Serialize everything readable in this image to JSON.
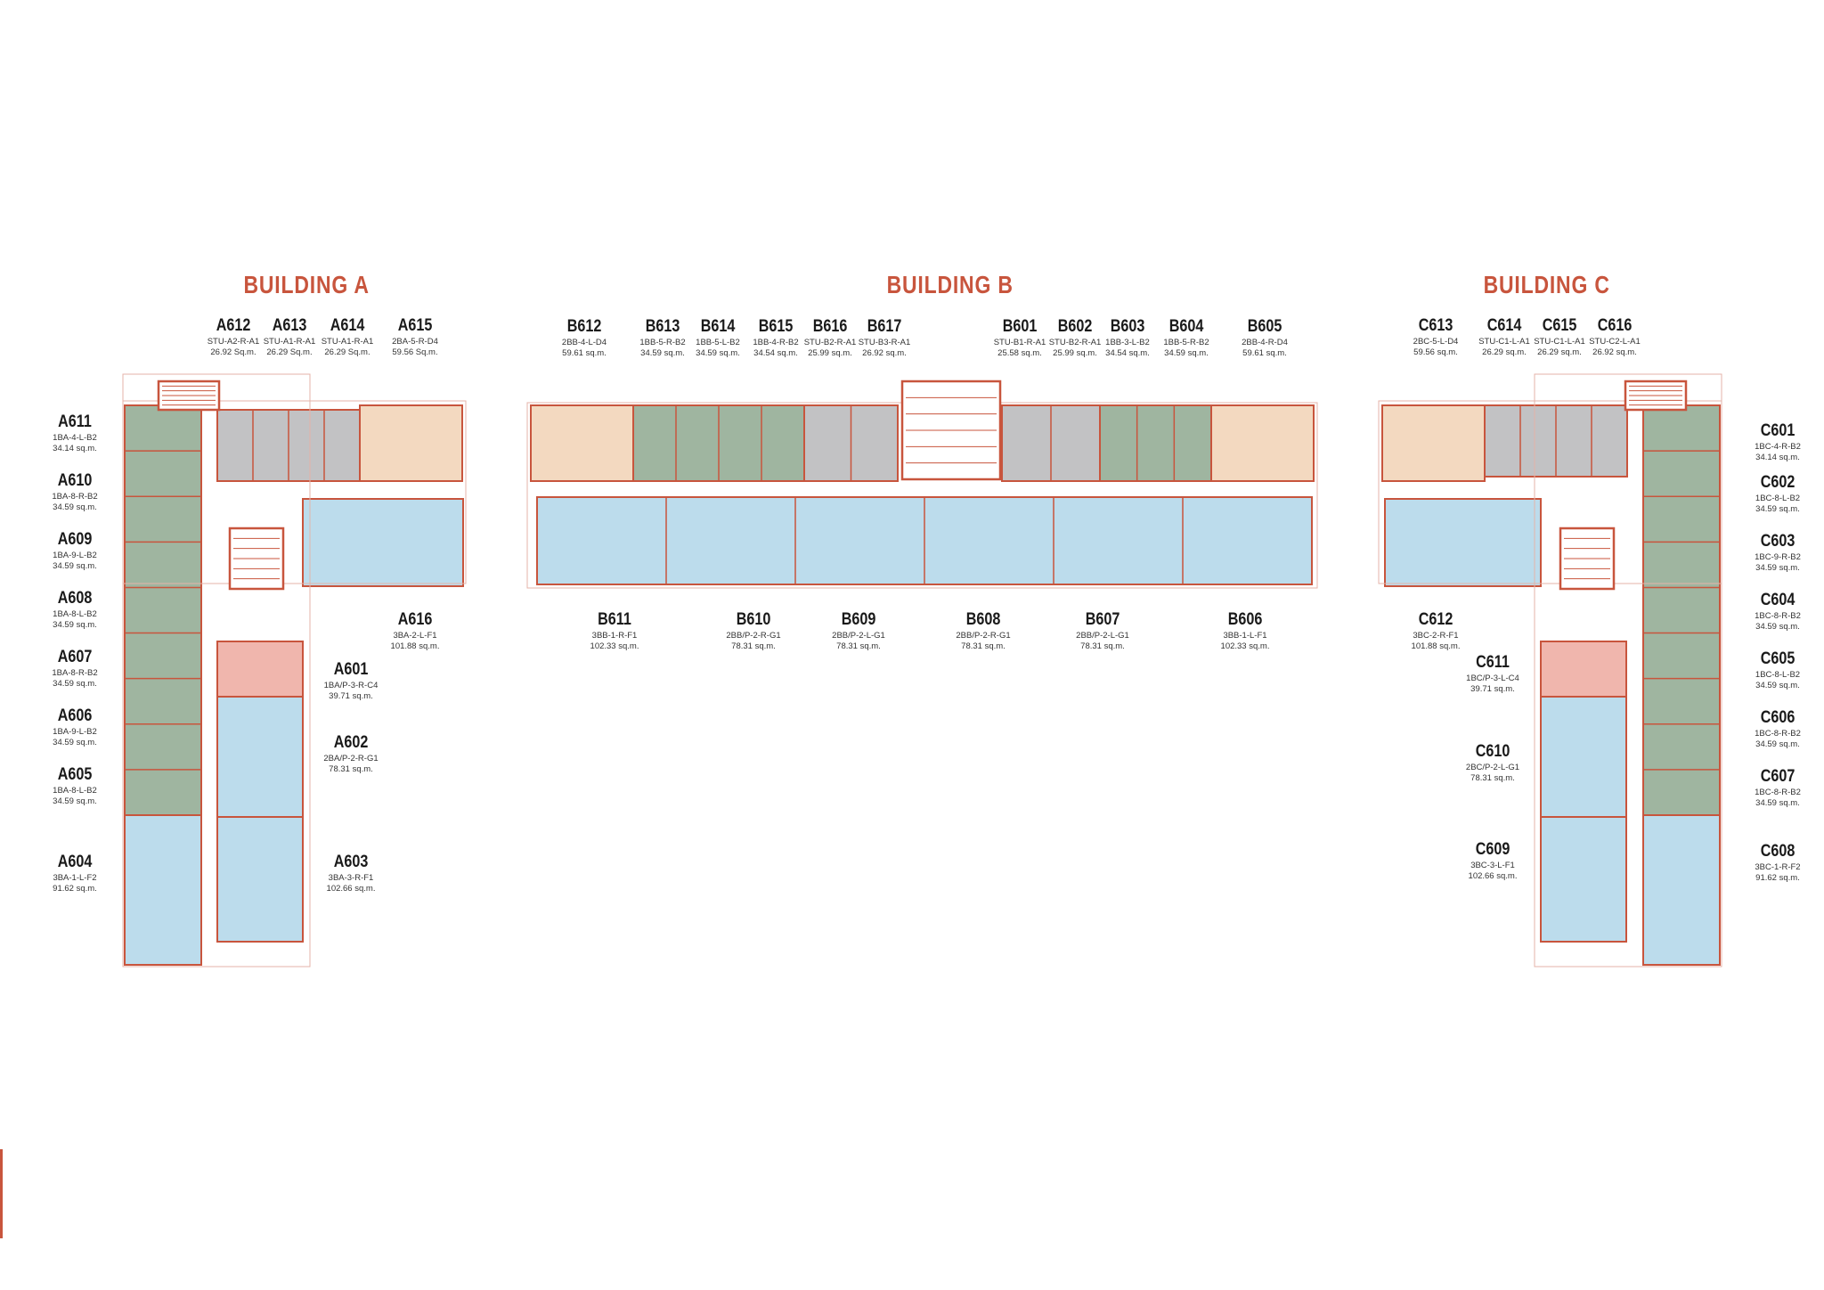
{
  "buildings": {
    "a": {
      "title": "BUILDING A"
    },
    "b": {
      "title": "BUILDING B"
    },
    "c": {
      "title": "BUILDING C"
    }
  },
  "colors": {
    "wall": "#c8553d",
    "studio": "#c2c2c4",
    "one_bed": "#9fb5a0",
    "two_bed_small": "#f3d9c0",
    "one_bed_plus": "#f0b6ad",
    "large_units": "#bcdcec",
    "corridor": "#ffffff"
  },
  "units": [
    {
      "code": "A612",
      "type": "STU-A2-R-A1",
      "area": "26.92 Sq.m."
    },
    {
      "code": "A613",
      "type": "STU-A1-R-A1",
      "area": "26.29 Sq.m."
    },
    {
      "code": "A614",
      "type": "STU-A1-R-A1",
      "area": "26.29 Sq.m."
    },
    {
      "code": "A615",
      "type": "2BA-5-R-D4",
      "area": "59.56 Sq.m."
    },
    {
      "code": "A611",
      "type": "1BA-4-L-B2",
      "area": "34.14 sq.m."
    },
    {
      "code": "A610",
      "type": "1BA-8-R-B2",
      "area": "34.59 sq.m."
    },
    {
      "code": "A609",
      "type": "1BA-9-L-B2",
      "area": "34.59 sq.m."
    },
    {
      "code": "A608",
      "type": "1BA-8-L-B2",
      "area": "34.59 sq.m."
    },
    {
      "code": "A607",
      "type": "1BA-8-R-B2",
      "area": "34.59 sq.m."
    },
    {
      "code": "A606",
      "type": "1BA-9-L-B2",
      "area": "34.59 sq.m."
    },
    {
      "code": "A605",
      "type": "1BA-8-L-B2",
      "area": "34.59 sq.m."
    },
    {
      "code": "A604",
      "type": "3BA-1-L-F2",
      "area": "91.62 sq.m."
    },
    {
      "code": "A616",
      "type": "3BA-2-L-F1",
      "area": "101.88 sq.m."
    },
    {
      "code": "A601",
      "type": "1BA/P-3-R-C4",
      "area": "39.71 sq.m."
    },
    {
      "code": "A602",
      "type": "2BA/P-2-R-G1",
      "area": "78.31 sq.m."
    },
    {
      "code": "A603",
      "type": "3BA-3-R-F1",
      "area": "102.66 sq.m."
    },
    {
      "code": "B612",
      "type": "2BB-4-L-D4",
      "area": "59.61 sq.m."
    },
    {
      "code": "B613",
      "type": "1BB-5-R-B2",
      "area": "34.59 sq.m."
    },
    {
      "code": "B614",
      "type": "1BB-5-L-B2",
      "area": "34.59 sq.m."
    },
    {
      "code": "B615",
      "type": "1BB-4-R-B2",
      "area": "34.54 sq.m."
    },
    {
      "code": "B616",
      "type": "STU-B2-R-A1",
      "area": "25.99 sq.m."
    },
    {
      "code": "B617",
      "type": "STU-B3-R-A1",
      "area": "26.92 sq.m."
    },
    {
      "code": "B601",
      "type": "STU-B1-R-A1",
      "area": "25.58 sq.m."
    },
    {
      "code": "B602",
      "type": "STU-B2-R-A1",
      "area": "25.99 sq.m."
    },
    {
      "code": "B603",
      "type": "1BB-3-L-B2",
      "area": "34.54 sq.m."
    },
    {
      "code": "B604",
      "type": "1BB-5-R-B2",
      "area": "34.59 sq.m."
    },
    {
      "code": "B605",
      "type": "2BB-4-R-D4",
      "area": "59.61 sq.m."
    },
    {
      "code": "B611",
      "type": "3BB-1-R-F1",
      "area": "102.33 sq.m."
    },
    {
      "code": "B610",
      "type": "2BB/P-2-R-G1",
      "area": "78.31 sq.m."
    },
    {
      "code": "B609",
      "type": "2BB/P-2-L-G1",
      "area": "78.31 sq.m."
    },
    {
      "code": "B608",
      "type": "2BB/P-2-R-G1",
      "area": "78.31 sq.m."
    },
    {
      "code": "B607",
      "type": "2BB/P-2-L-G1",
      "area": "78.31 sq.m."
    },
    {
      "code": "B606",
      "type": "3BB-1-L-F1",
      "area": "102.33 sq.m."
    },
    {
      "code": "C613",
      "type": "2BC-5-L-D4",
      "area": "59.56 sq.m."
    },
    {
      "code": "C614",
      "type": "STU-C1-L-A1",
      "area": "26.29 sq.m."
    },
    {
      "code": "C615",
      "type": "STU-C1-L-A1",
      "area": "26.29 sq.m."
    },
    {
      "code": "C616",
      "type": "STU-C2-L-A1",
      "area": "26.92 sq.m."
    },
    {
      "code": "C612",
      "type": "3BC-2-R-F1",
      "area": "101.88 sq.m."
    },
    {
      "code": "C611",
      "type": "1BC/P-3-L-C4",
      "area": "39.71 sq.m."
    },
    {
      "code": "C610",
      "type": "2BC/P-2-L-G1",
      "area": "78.31 sq.m."
    },
    {
      "code": "C609",
      "type": "3BC-3-L-F1",
      "area": "102.66 sq.m."
    },
    {
      "code": "C601",
      "type": "1BC-4-R-B2",
      "area": "34.14 sq.m."
    },
    {
      "code": "C602",
      "type": "1BC-8-L-B2",
      "area": "34.59 sq.m."
    },
    {
      "code": "C603",
      "type": "1BC-9-R-B2",
      "area": "34.59 sq.m."
    },
    {
      "code": "C604",
      "type": "1BC-8-R-B2",
      "area": "34.59 sq.m."
    },
    {
      "code": "C605",
      "type": "1BC-8-L-B2",
      "area": "34.59 sq.m."
    },
    {
      "code": "C606",
      "type": "1BC-8-R-B2",
      "area": "34.59 sq.m."
    },
    {
      "code": "C607",
      "type": "1BC-8-R-B2",
      "area": "34.59 sq.m."
    },
    {
      "code": "C608",
      "type": "3BC-1-R-F2",
      "area": "91.62 sq.m."
    }
  ]
}
